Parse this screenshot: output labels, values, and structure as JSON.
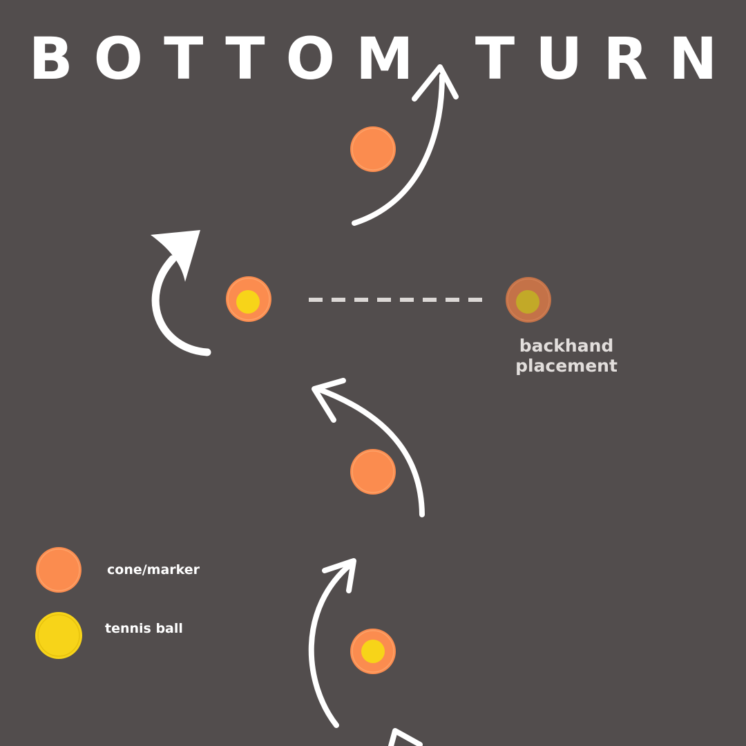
{
  "title": "BOTTOM TURN",
  "placement": {
    "label_line1": "backhand",
    "label_line2": "placement"
  },
  "legend": {
    "cone_label": "cone/marker",
    "ball_label": "tennis ball"
  },
  "colors": {
    "background": "#524d4d",
    "cone": "#fb8c4f",
    "ball": "#f7d419",
    "faded_cone": "#c47248",
    "faded_ball": "#c2a928",
    "arrow": "#ffffff",
    "dash": "#dcd8d6"
  }
}
